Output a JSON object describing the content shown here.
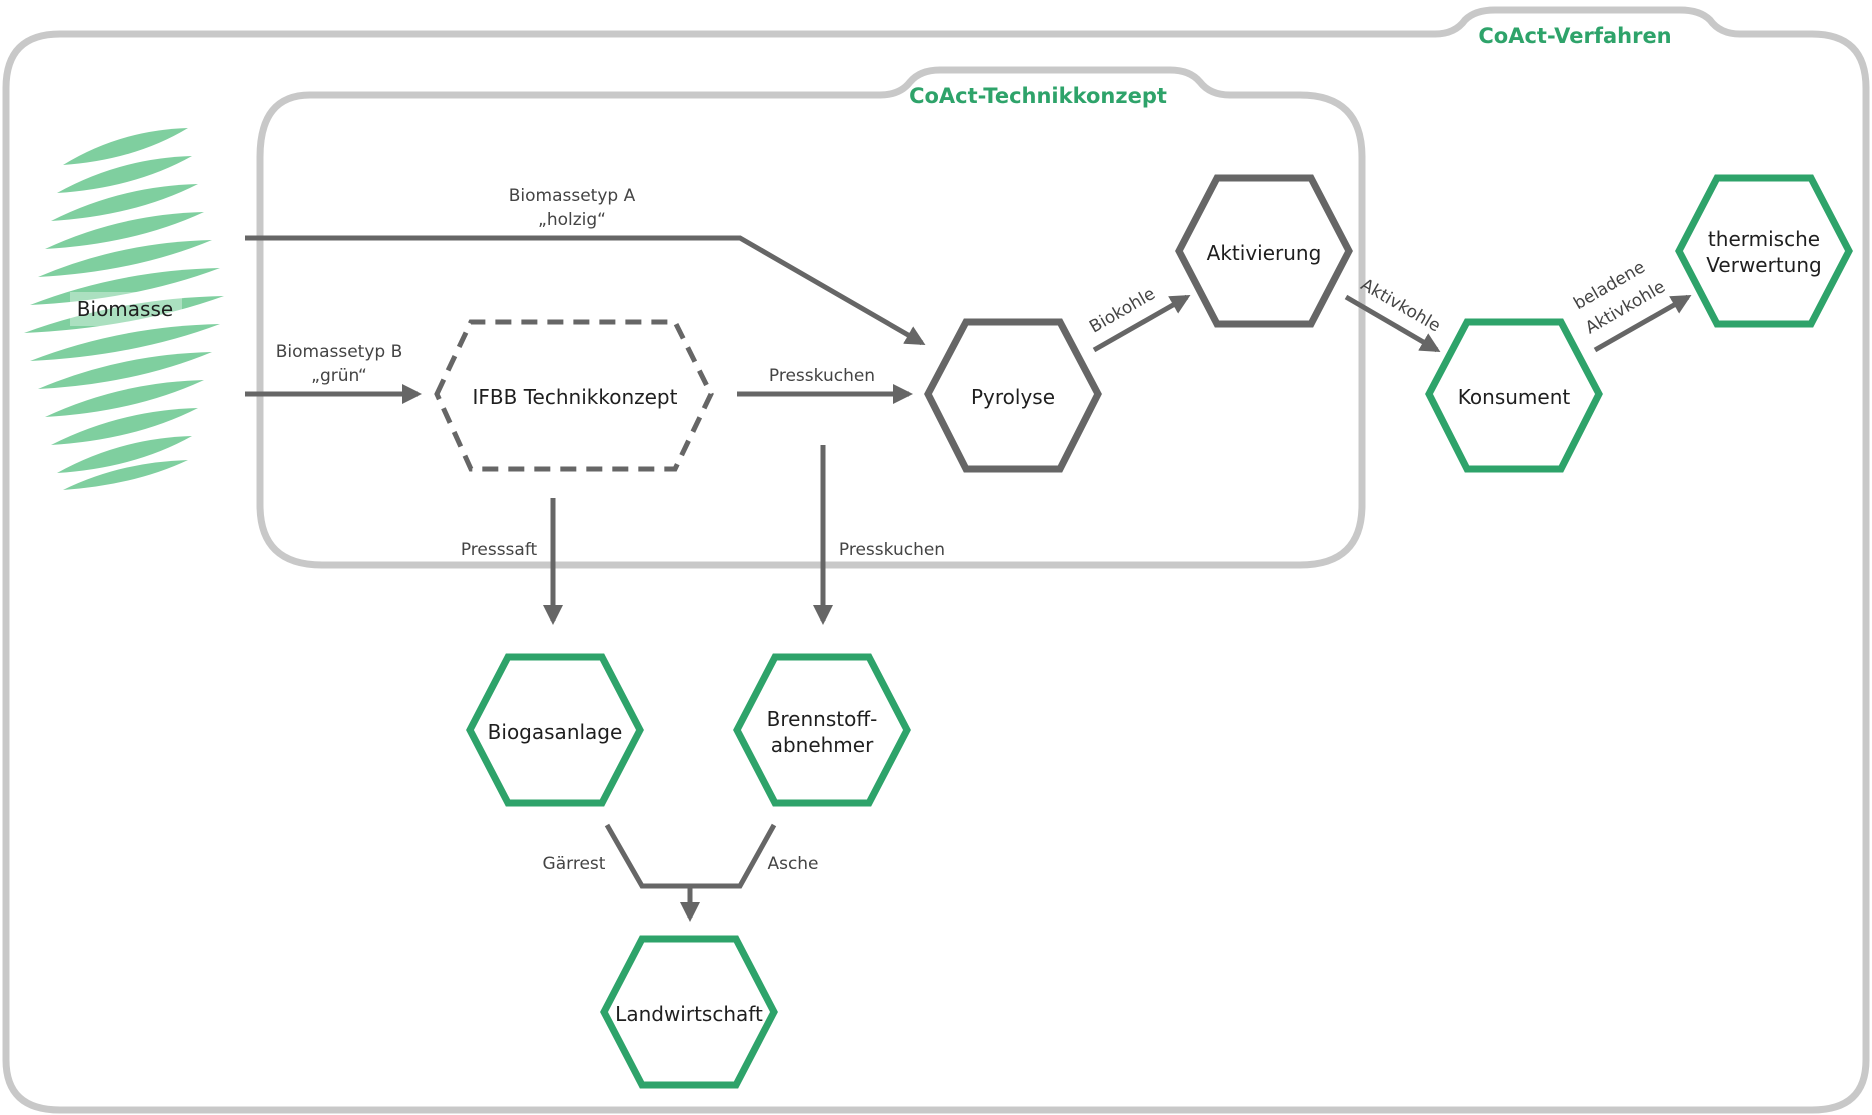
{
  "colors": {
    "accent_green": "#2ea36a",
    "leaf_green": "#7fcf9f",
    "gray_stroke": "#666666",
    "frame_gray": "#c8c8c8"
  },
  "frames": {
    "outer_title": "CoAct-Verfahren",
    "inner_title": "CoAct-Technikkonzept"
  },
  "source": {
    "label": "Biomasse",
    "icon": "leaf-stack-icon"
  },
  "nodes": {
    "ifbb": "IFBB Technikkonzept",
    "pyrolyse": "Pyrolyse",
    "aktivierung": "Aktivierung",
    "konsument": "Konsument",
    "thermische_line1": "thermische",
    "thermische_line2": "Verwertung",
    "biogasanlage": "Biogasanlage",
    "brennstoff_line1": "Brennstoff-",
    "brennstoff_line2": "abnehmer",
    "landwirtschaft": "Landwirtschaft"
  },
  "edges": {
    "typ_a_line1": "Biomassetyp A",
    "typ_a_line2": "„holzig“",
    "typ_b_line1": "Biomassetyp B",
    "typ_b_line2": "„grün“",
    "presskuchen_right": "Presskuchen",
    "presssaft": "Presssaft",
    "presskuchen_down": "Presskuchen",
    "biokohle": "Biokohle",
    "aktivkohle": "Aktivkohle",
    "beladene_line1": "beladene",
    "beladene_line2": "Aktivkohle",
    "gaerrest": "Gärrest",
    "asche": "Asche"
  }
}
